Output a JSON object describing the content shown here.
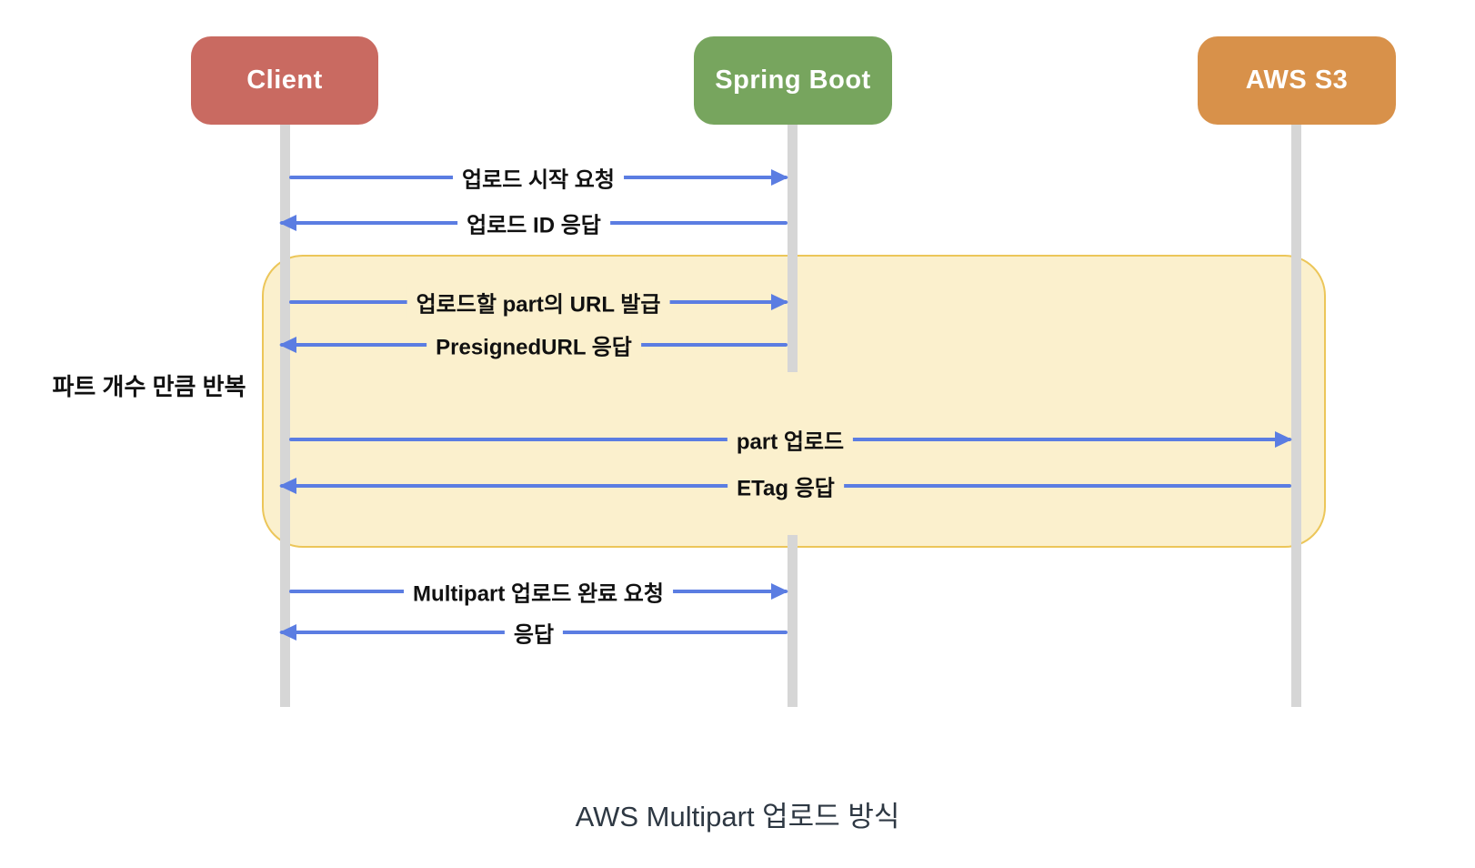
{
  "diagram": {
    "type": "sequence-diagram",
    "participants": [
      {
        "id": "client",
        "label": "Client",
        "color": "#c96a61"
      },
      {
        "id": "spring-boot",
        "label": "Spring Boot",
        "color": "#77a55e"
      },
      {
        "id": "aws-s3",
        "label": "AWS S3",
        "color": "#d8914a"
      }
    ],
    "messages": [
      {
        "label": "업로드 시작 요청",
        "from": "Client",
        "to": "Spring Boot",
        "direction": "right",
        "in_loop": false
      },
      {
        "label": "업로드 ID 응답",
        "from": "Spring Boot",
        "to": "Client",
        "direction": "left",
        "in_loop": false
      },
      {
        "label": "업로드할 part의 URL 발급",
        "from": "Client",
        "to": "Spring Boot",
        "direction": "right",
        "in_loop": true
      },
      {
        "label": "PresignedURL 응답",
        "from": "Spring Boot",
        "to": "Client",
        "direction": "left",
        "in_loop": true
      },
      {
        "label": "part 업로드",
        "from": "Client",
        "to": "AWS S3",
        "direction": "right",
        "in_loop": true
      },
      {
        "label": "ETag 응답",
        "from": "AWS S3",
        "to": "Client",
        "direction": "left",
        "in_loop": true
      },
      {
        "label": "Multipart 업로드 완료 요청",
        "from": "Client",
        "to": "Spring Boot",
        "direction": "right",
        "in_loop": false
      },
      {
        "label": "응답",
        "from": "Spring Boot",
        "to": "Client",
        "direction": "left",
        "in_loop": false
      }
    ],
    "loop": {
      "label": "파트 개수 만큼 반복"
    },
    "caption": "AWS Multipart 업로드 방식",
    "colors": {
      "arrow": "#5b7de2",
      "lifeline": "#d6d6d6",
      "loop_fill": "#fbf0cd",
      "loop_border": "#ecc659",
      "message_text": "#111111",
      "caption_text": "#2e3843"
    }
  }
}
